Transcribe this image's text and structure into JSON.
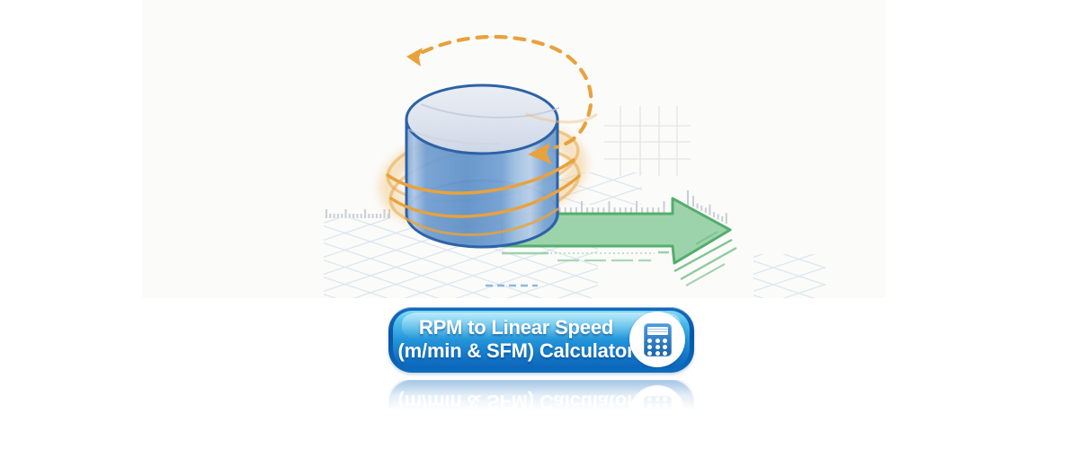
{
  "banner": {
    "button": {
      "title": "RPM to Linear Speed (m/min & SFM) Calculator",
      "label_line1": "RPM to Linear Speed",
      "label_line2": "(m/min & SFM) Calculator",
      "icon": "calculator-icon"
    },
    "illustration": {
      "name": "rotating-cylinder-to-linear-speed",
      "icons": [
        "rotation-dashed-arrow-icon",
        "rotation-rings-icon",
        "cylinder-graphic",
        "linear-speed-arrow-icon",
        "ruler-ticks",
        "perspective-grid",
        "square-grid"
      ]
    }
  },
  "colors": {
    "accent_orange": "#e8a23c",
    "glow_orange": "#f3cf96",
    "cylinder_blue": "#6094ca",
    "cylinder_outline": "#2e62a6",
    "cylinder_top": "#dde3ee",
    "arrow_green": "#9dd3ab",
    "arrow_green_outline": "#54ae6c",
    "speed_line_green": "#8fcb9e",
    "grid_blue": "#d9e4f0",
    "grid_gray": "#e4e6ea",
    "ruler_gray": "#c7ccd6",
    "dash_blue": "#79aede",
    "button_border_blue": "#0b58a9",
    "button_gradient_top": "#58c4ee",
    "button_gradient_bottom": "#0e6ec0",
    "button_text": "#ffffff",
    "calculator_icon_blue": "#2a77c0"
  }
}
